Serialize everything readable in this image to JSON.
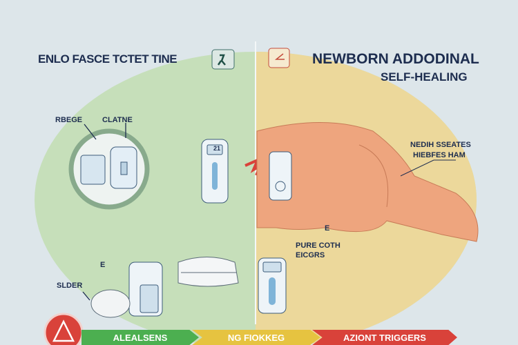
{
  "titles": {
    "left": "ENLO FASCE TCTET TINE",
    "right_line1": "NEWBORN ADDODINAL",
    "right_line2": "SELF-HEALING"
  },
  "labels": {
    "rbege": "RBEGE",
    "clatne": "CLATNE",
    "sleder": "SLDER",
    "e_mark": "E",
    "pure_coth": "PURE COTH",
    "eicgrs": "EICGRS",
    "nedih_line1": "NEDIH SSEATES",
    "nedih_line2": "HIEBFES HAM",
    "device_reading": "21"
  },
  "banners": [
    {
      "label": "ALEALSENS",
      "color": "#4caf50"
    },
    {
      "label": "NG FIOKKEG",
      "color": "#e6c340"
    },
    {
      "label": "AZIONT TRIGGERS",
      "color": "#d9423a"
    }
  ],
  "colors": {
    "left_zone": "#c6dfba",
    "right_zone": "#ecd89b",
    "skin": "#eea57e",
    "ink": "#1d2d4f"
  }
}
